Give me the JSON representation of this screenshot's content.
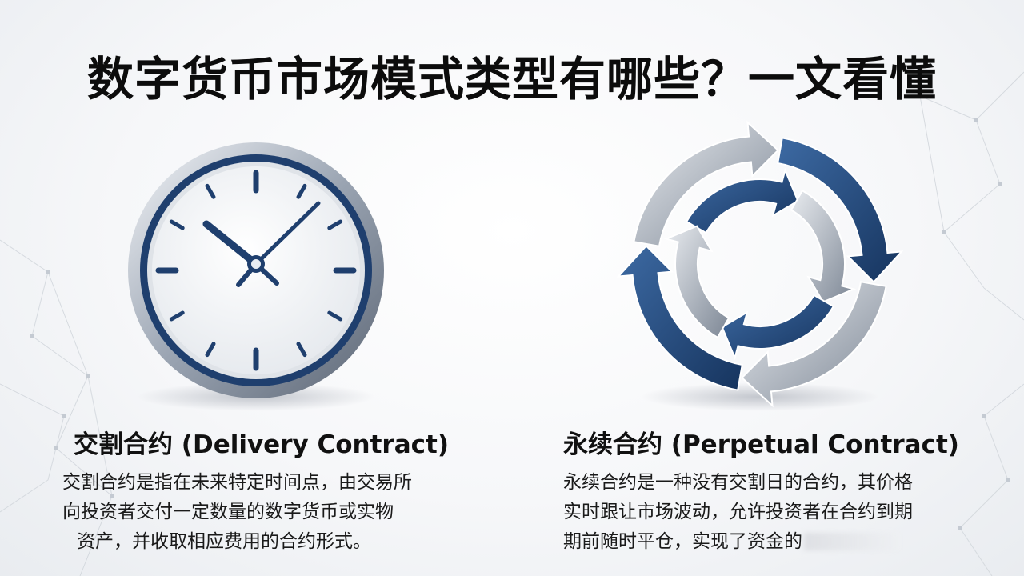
{
  "title": "数字货币市场模式类型有哪些？一文看懂",
  "left": {
    "icon": "clock-icon",
    "heading": "交割合约 (Delivery Contract)",
    "lines": [
      "交割合约是指在未来特定时间点，由交易所",
      "向投资者交付一定数量的数字货币或实物",
      "资产，并收取相应费用的合约形式。"
    ]
  },
  "right": {
    "icon": "cycle-arrows-icon",
    "heading": "永续合约 (Perpetual Contract)",
    "lines": [
      "永续合约是一种没有交割日的合约，其价格",
      "实时跟让市场波动，允许投资者在合约到期",
      "期前随时平仓，实现了资金的"
    ]
  },
  "colors": {
    "navy": "#1f3f6e",
    "steel": "#8c96a3",
    "text": "#111111"
  }
}
